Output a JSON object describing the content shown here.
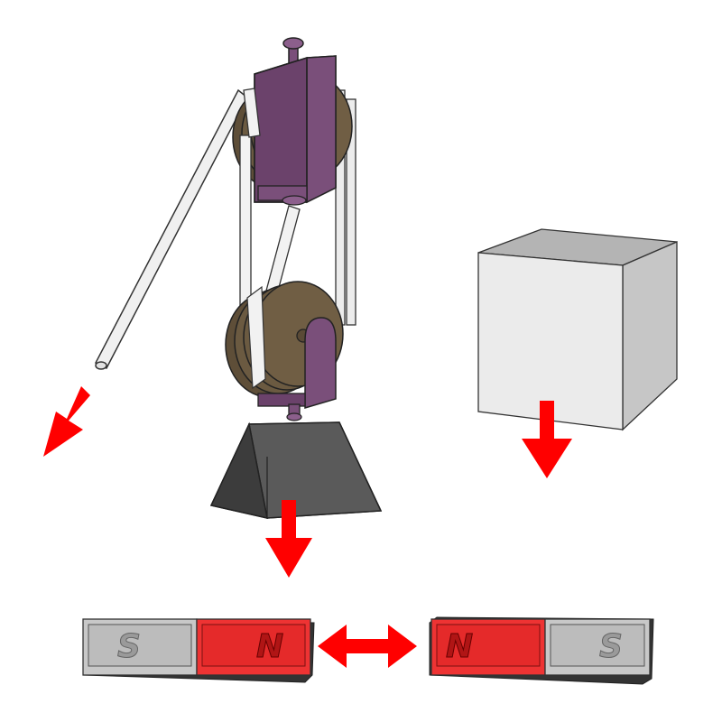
{
  "colors": {
    "background": "#ffffff",
    "force_arrow": "#ff0000",
    "pulley_wheel": "#6b5a41",
    "pulley_frame": "#7a4f7a",
    "rope": "#f0f0f0",
    "weight_block": "#4a4a4a",
    "cube_front": "#ebebeb",
    "magnet_north": "#ee3333",
    "magnet_south": "#c8c8c8"
  },
  "icons": {
    "pulley": "block-and-tackle-icon",
    "weight": "trapezoid-weight-icon",
    "cube": "cube-icon",
    "magnet": "bar-magnet-icon",
    "force": "arrow-icon"
  },
  "magnets": {
    "left": {
      "south_label": "S",
      "north_label": "N"
    },
    "right": {
      "north_label": "N",
      "south_label": "S"
    }
  }
}
